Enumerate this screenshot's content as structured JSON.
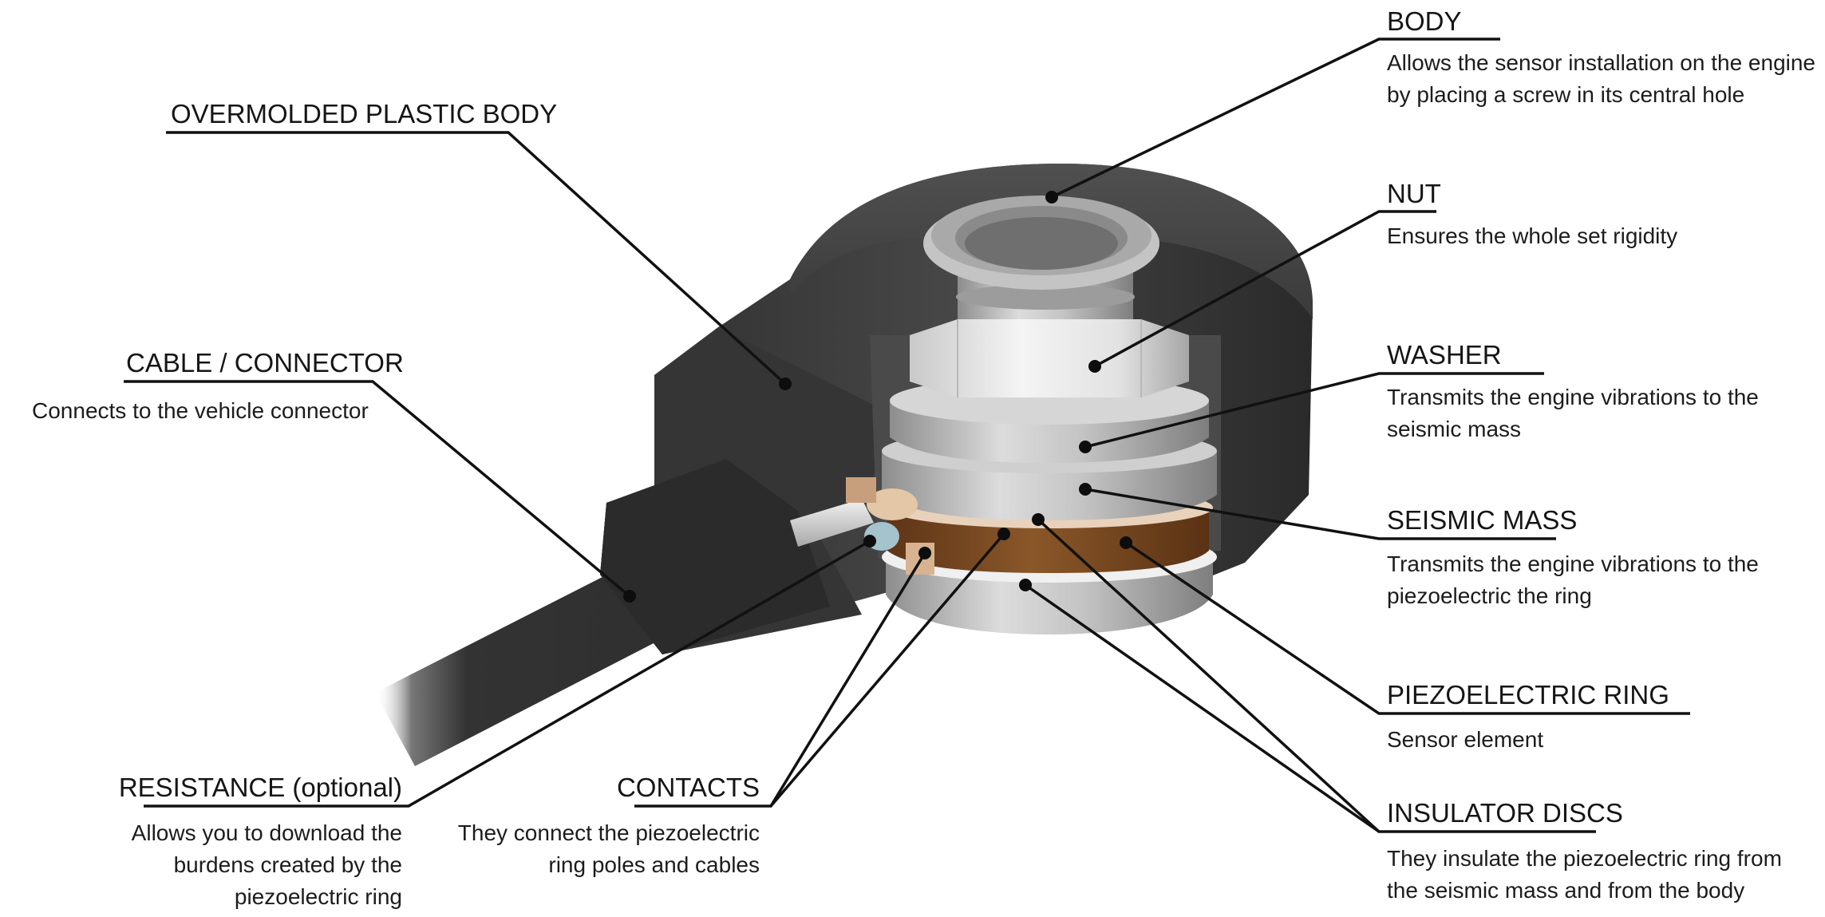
{
  "callouts": {
    "body": {
      "title": "BODY",
      "desc": [
        "Allows the sensor installation on the engine",
        "by placing a screw in its central hole"
      ]
    },
    "nut": {
      "title": "NUT",
      "desc": [
        "Ensures the whole set rigidity"
      ]
    },
    "washer": {
      "title": "WASHER",
      "desc": [
        "Transmits the engine vibrations to the",
        "seismic mass"
      ]
    },
    "seismic_mass": {
      "title": "SEISMIC MASS",
      "desc": [
        "Transmits the engine vibrations to the",
        "piezoelectric the ring"
      ]
    },
    "piezo_ring": {
      "title": "PIEZOELECTRIC RING",
      "desc": [
        "Sensor element"
      ]
    },
    "insulator_discs": {
      "title": "INSULATOR DISCS",
      "desc": [
        "They insulate the piezoelectric ring from",
        "the seismic mass and from the body"
      ]
    },
    "overmolded": {
      "title": "OVERMOLDED PLASTIC BODY",
      "desc": []
    },
    "cable_connector": {
      "title": "CABLE / CONNECTOR",
      "desc": [
        "Connects to the vehicle connector"
      ]
    },
    "resistance": {
      "title": "RESISTANCE (optional)",
      "desc": [
        "Allows you to download the",
        "burdens created by the",
        "piezoelectric ring"
      ]
    },
    "contacts": {
      "title": "CONTACTS",
      "desc": [
        "They connect the piezoelectric",
        "ring poles and cables"
      ]
    }
  },
  "colors": {
    "housing": "#3a3a3a",
    "metal_light": "#d9d9d9",
    "metal_mid": "#b5b5b5",
    "piezo": "#7a4a22",
    "copper": "#c99a72",
    "leader": "#111111"
  }
}
